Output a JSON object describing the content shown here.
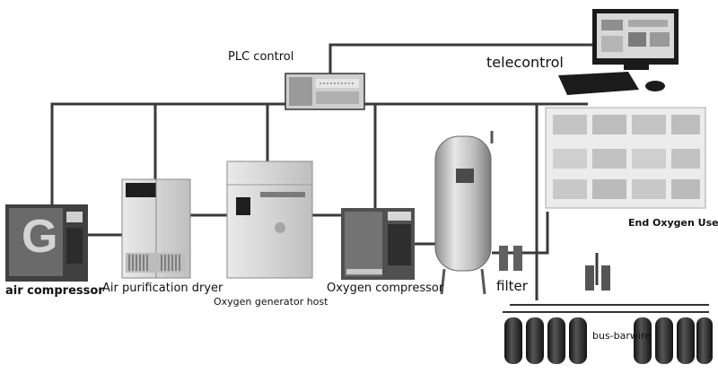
{
  "labels": {
    "plc": "PLC control",
    "telecontrol": "telecontrol",
    "air_compressor": "air compressor",
    "air_dryer": "Air purification dryer",
    "oxygen_host": "Oxygen generator host",
    "oxygen_compressor": "Oxygen compressor",
    "filter": "filter",
    "end_user": "End Oxygen User",
    "bus": "bus-barwire"
  },
  "compressor_letter": "G",
  "colors": {
    "line": "#3a3a3a",
    "cabinet": "#d9d9d9",
    "dark_cabinet": "#4a4a4a",
    "cylinder": "#2b2b2b",
    "tank": "#bcbcbc"
  }
}
